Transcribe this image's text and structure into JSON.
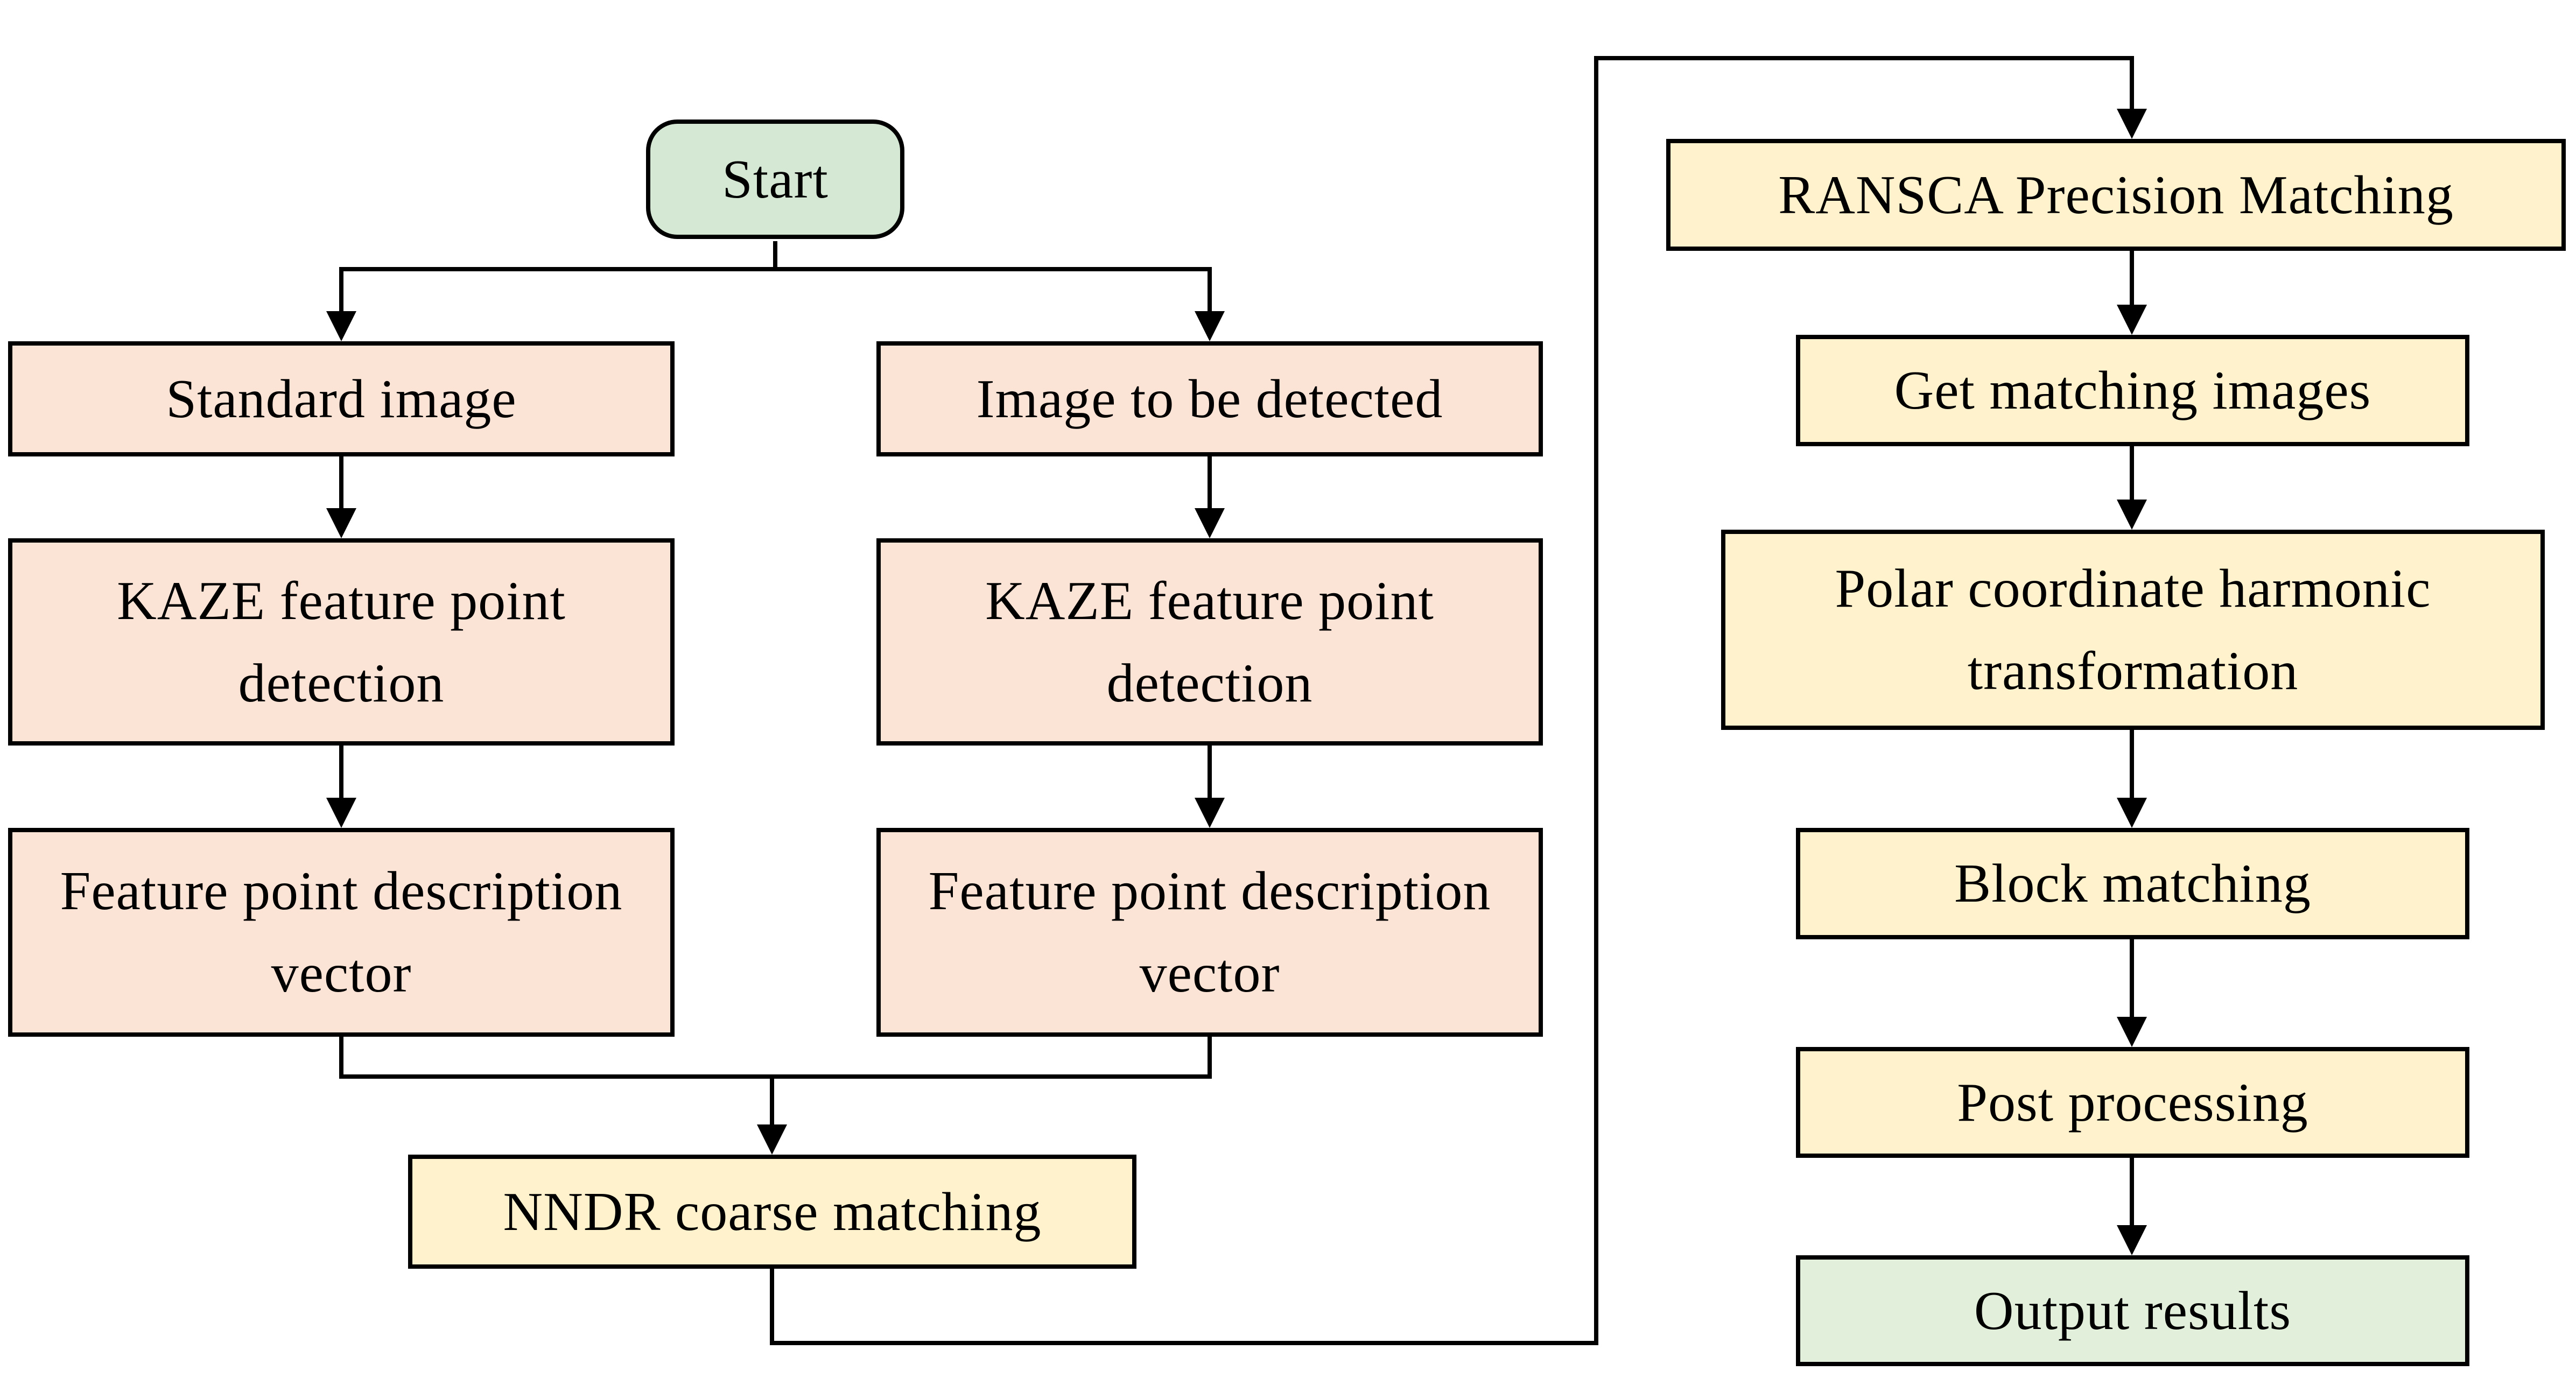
{
  "colors": {
    "start_fill": "#d5e8d4",
    "input_fill": "#fbe3d5",
    "process_fill": "#fff2cc",
    "output_fill": "#e2efda",
    "border": "#000000",
    "arrow": "#000000"
  },
  "nodes": {
    "start": {
      "label": "Start",
      "type": "terminator"
    },
    "standard_image": {
      "label": "Standard image",
      "type": "process"
    },
    "image_to_be_detected": {
      "label": "Image to be detected",
      "type": "process"
    },
    "kaze_left": {
      "label": "KAZE feature point detection",
      "type": "process"
    },
    "kaze_right": {
      "label": "KAZE feature point detection",
      "type": "process"
    },
    "desc_left": {
      "label": "Feature point description vector",
      "type": "process"
    },
    "desc_right": {
      "label": "Feature point description vector",
      "type": "process"
    },
    "nndr": {
      "label": "NNDR coarse matching",
      "type": "process"
    },
    "ransca": {
      "label": "RANSCA Precision Matching",
      "type": "process"
    },
    "get_matching": {
      "label": "Get matching images",
      "type": "process"
    },
    "polar": {
      "label": "Polar coordinate harmonic transformation",
      "type": "process"
    },
    "block_matching": {
      "label": "Block matching",
      "type": "process"
    },
    "post_processing": {
      "label": "Post processing",
      "type": "process"
    },
    "output_results": {
      "label": "Output results",
      "type": "terminator-end"
    }
  },
  "edges": [
    {
      "from": "start",
      "to": "standard_image"
    },
    {
      "from": "start",
      "to": "image_to_be_detected"
    },
    {
      "from": "standard_image",
      "to": "kaze_left"
    },
    {
      "from": "image_to_be_detected",
      "to": "kaze_right"
    },
    {
      "from": "kaze_left",
      "to": "desc_left"
    },
    {
      "from": "kaze_right",
      "to": "desc_right"
    },
    {
      "from": "desc_left",
      "to": "nndr"
    },
    {
      "from": "desc_right",
      "to": "nndr"
    },
    {
      "from": "nndr",
      "to": "ransca"
    },
    {
      "from": "ransca",
      "to": "get_matching"
    },
    {
      "from": "get_matching",
      "to": "polar"
    },
    {
      "from": "polar",
      "to": "block_matching"
    },
    {
      "from": "block_matching",
      "to": "post_processing"
    },
    {
      "from": "post_processing",
      "to": "output_results"
    }
  ]
}
